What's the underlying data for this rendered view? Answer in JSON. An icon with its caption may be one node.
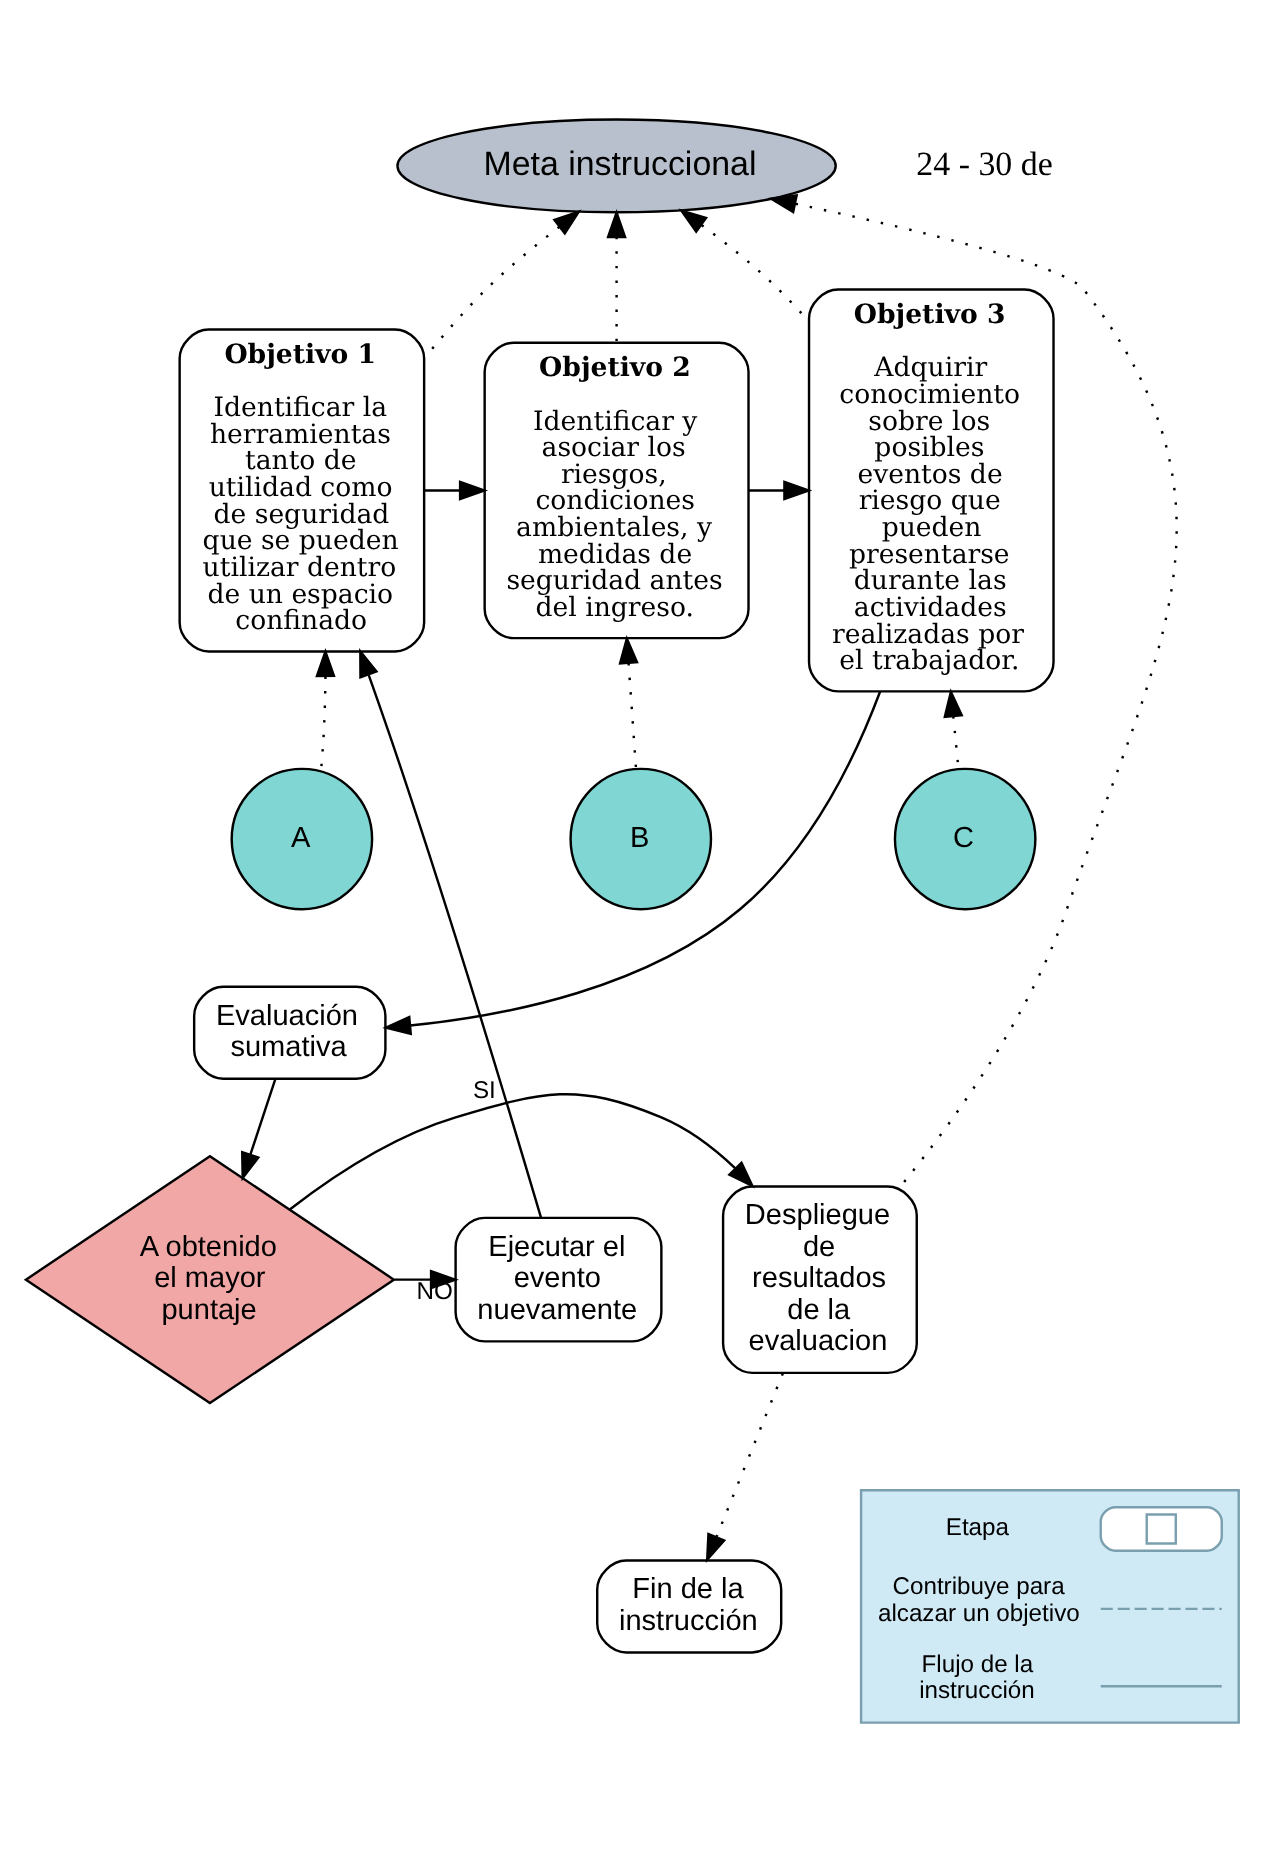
{
  "diagram": {
    "nodes": [
      {
        "text": [
          "Meta instruccional"
        ]
      },
      {
        "text": [
          "Objetivo 1",
          "Identificar la herramientas tanto de utilidad como de seguridad que se pueden utilizar dentro de un espacio confinado"
        ]
      },
      {
        "text": [
          "Objetivo 2",
          "Identificar y asociar los riesgos, condiciones ambientales, y medidas de seguridad antes del ingreso."
        ]
      },
      {
        "text": [
          "Objetivo 3",
          "Adquirir conocimiento sobre los posibles eventos de riesgo que pueden presentarse durante las actividades realizadas por el trabajador."
        ]
      },
      {
        "text": [
          "A"
        ]
      },
      {
        "text": [
          "B"
        ]
      },
      {
        "text": [
          "C"
        ]
      },
      {
        "text": [
          "Evaluación sumativa"
        ]
      },
      {
        "text": [
          "A obtenido el mayor puntaje"
        ]
      },
      {
        "text": [
          "Ejecutar el evento nuevamente"
        ]
      },
      {
        "text": [
          "Despliegue de resultados de la evaluacion"
        ]
      },
      {
        "text": [
          "Fin de la instrucción"
        ]
      }
    ],
    "edges": [
      {
        "from": 1,
        "to": 2,
        "arrow": "to"
      },
      {
        "from": 2,
        "to": 3,
        "arrow": "to"
      },
      {
        "from": 4,
        "to": 1,
        "arrow": "to",
        "style": "dashed"
      },
      {
        "from": 5,
        "to": 2,
        "arrow": "to",
        "style": "dashed"
      },
      {
        "from": 6,
        "to": 3,
        "arrow": "to",
        "style": "dashed"
      },
      {
        "from": 1,
        "to": 0,
        "arrow": "to",
        "style": "dashed"
      },
      {
        "from": 2,
        "to": 0,
        "arrow": "to",
        "style": "dashed"
      },
      {
        "from": 3,
        "to": 0,
        "arrow": "to",
        "style": "dashed"
      },
      {
        "from": 3,
        "to": 7,
        "arrow": "to"
      },
      {
        "from": 7,
        "to": 8,
        "arrow": "to"
      },
      {
        "from": 8,
        "to": 9,
        "label": "NO",
        "arrow": "to"
      },
      {
        "from": 8,
        "to": 10,
        "label": "SI",
        "arrow": "to"
      },
      {
        "from": 9,
        "to": 1,
        "arrow": "to"
      },
      {
        "from": 10,
        "to": 11,
        "arrow": "to",
        "style": "dashed"
      },
      {
        "from": 10,
        "to": 0,
        "arrow": "to",
        "style": "dashed"
      }
    ],
    "labels": [
      "24 - 30 de"
    ],
    "legend": [
      {
        "text": "Etapa"
      },
      {
        "text": "Contribuye para alcazar un objetivo"
      },
      {
        "text": "Flujo de la instrucción"
      }
    ]
  }
}
